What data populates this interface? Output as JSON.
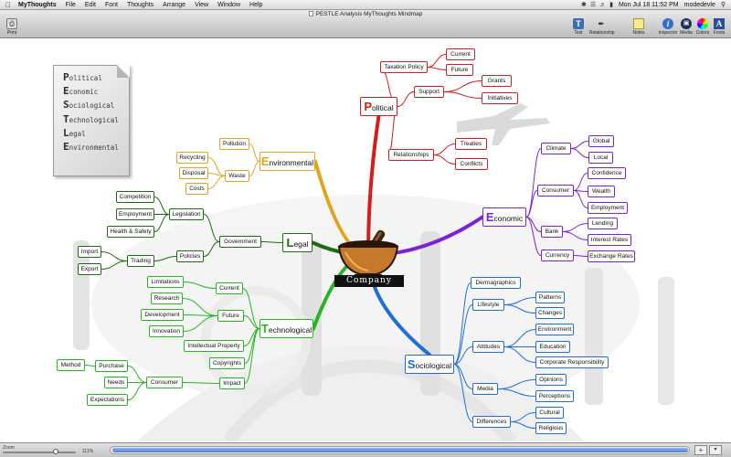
{
  "menubar": {
    "app_name": "MyThoughts",
    "menus": [
      "File",
      "Edit",
      "Font",
      "Thoughts",
      "Arrange",
      "View",
      "Window",
      "Help"
    ],
    "clock": "Mon Jul 18  11:52 PM",
    "user": "modedevle"
  },
  "window": {
    "title": "PESTLE Analysis MyThoughts Mindmap"
  },
  "toolbar": {
    "print_label": "Print",
    "text_label": "Text",
    "relationship_label": "Relationship",
    "notes_label": "Notes",
    "inspector_label": "Inspector",
    "media_label": "Media",
    "colors_label": "Colors",
    "fonts_label": "Fonts"
  },
  "pestle_card": {
    "items": [
      {
        "first": "P",
        "rest": "olitical"
      },
      {
        "first": "E",
        "rest": "conomic"
      },
      {
        "first": "S",
        "rest": "ociological"
      },
      {
        "first": "T",
        "rest": "echnological"
      },
      {
        "first": "L",
        "rest": "egal"
      },
      {
        "first": "E",
        "rest": "nvironmental"
      }
    ]
  },
  "center": {
    "label": "Company"
  },
  "colors": {
    "political": "#d61d1d",
    "economic": "#7b22d6",
    "sociological": "#1f6ed6",
    "technological": "#27b51f",
    "legal": "#1f6b14",
    "environmental": "#e1a51d"
  },
  "branches": {
    "political": {
      "main": {
        "init": "P",
        "rest": "olitical"
      },
      "nodes": {
        "taxation": "Taxation Policy",
        "current": "Current",
        "future": "Future",
        "support": "Support",
        "grants": "Grants",
        "initiatives": "Initiatives",
        "relationships": "Relationships",
        "treaties": "Treaties",
        "conflicts": "Conflicts"
      }
    },
    "economic": {
      "main": {
        "init": "E",
        "rest": "conomic"
      },
      "nodes": {
        "climate": "Climate",
        "global": "Global",
        "local": "Local",
        "consumer": "Consumer",
        "confidence": "Confidence",
        "wealth": "Wealth",
        "employment": "Employment",
        "bank": "Bank",
        "lending": "Lending",
        "interest_rates": "Interest Rates",
        "currency": "Currency",
        "exchange_rates": "Exchange Rates"
      }
    },
    "sociological": {
      "main": {
        "init": "S",
        "rest": "ociological"
      },
      "nodes": {
        "demographics": "Dermagraphics",
        "lifestyle": "Lifestyle",
        "patterns": "Patterns",
        "changes": "Changes",
        "attitudes": "Attitudes",
        "environment": "Environment",
        "education": "Education",
        "corp_resp": "Corporate Responsibility",
        "media": "Media",
        "opinions": "Opinions",
        "perceptions": "Perceptions",
        "differences": "Differences",
        "cultural": "Cultural",
        "religious": "Religious"
      }
    },
    "technological": {
      "main": {
        "init": "T",
        "rest": "echnological"
      },
      "nodes": {
        "current": "Current",
        "limitations": "Limitations",
        "future": "Future",
        "research": "Research",
        "development": "Development",
        "innovation": "Innovation",
        "ip": "Intellectual Property",
        "copyrights": "Copyrights",
        "impact": "Impact",
        "consumer": "Consumer",
        "purchase": "Purchase",
        "method": "Method",
        "needs": "Needs",
        "expectations": "Expectations"
      }
    },
    "legal": {
      "main": {
        "init": "L",
        "rest": "egal"
      },
      "nodes": {
        "government": "Government",
        "legislation": "Legislation",
        "competition": "Competition",
        "employment": "Employment",
        "health_safety": "Health & Safety",
        "policies": "Policies",
        "trading": "Trading",
        "import": "Import",
        "export": "Export"
      }
    },
    "environmental": {
      "main": {
        "init": "E",
        "rest": "nvironmental"
      },
      "nodes": {
        "pollution": "Pollution",
        "waste": "Waste",
        "recycling": "Recycling",
        "disposal": "Disposal",
        "costs": "Costs"
      }
    }
  },
  "statusbar": {
    "zoom_label": "Zoom",
    "zoom_value": "111%",
    "zoom_level": 0.72
  }
}
